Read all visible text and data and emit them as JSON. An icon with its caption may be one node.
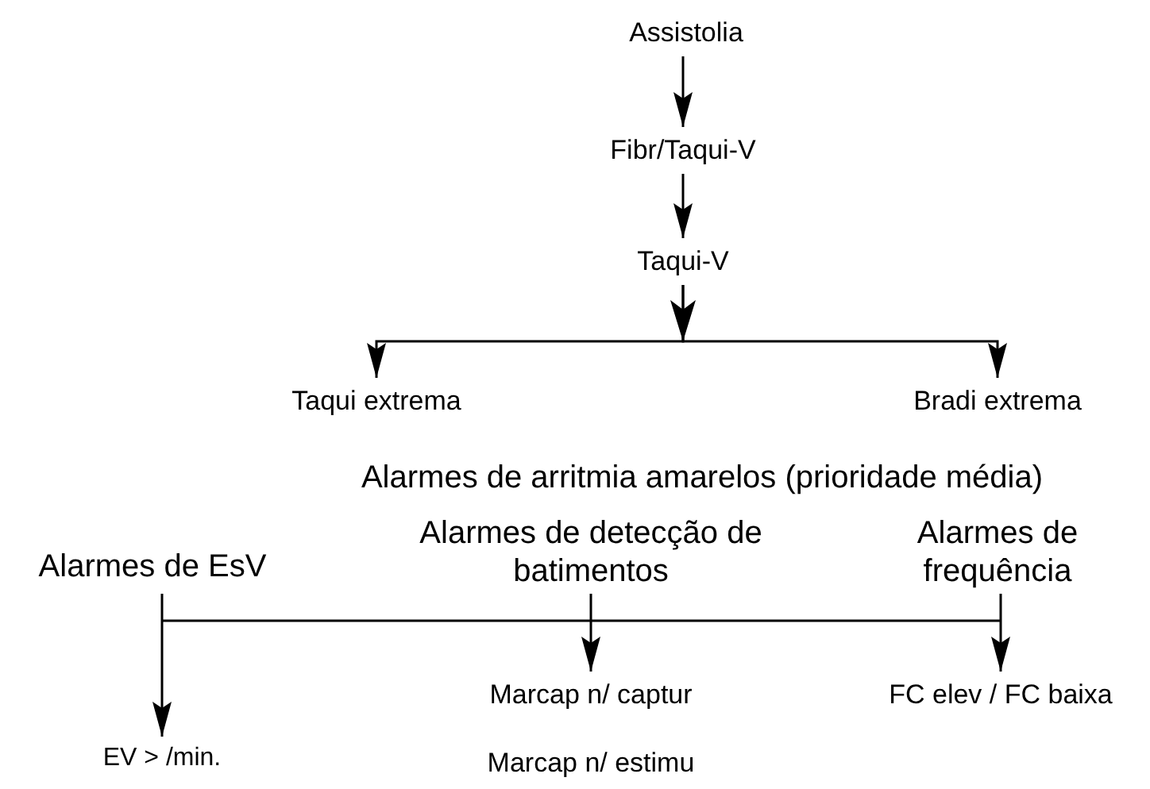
{
  "diagram": {
    "nodes": [
      {
        "text": [
          "Assistolia"
        ]
      },
      {
        "text": [
          "Fibr/Taqui-V"
        ]
      },
      {
        "text": [
          "Taqui-V"
        ]
      },
      {
        "text": [
          "Taqui extrema"
        ]
      },
      {
        "text": [
          "Bradi extrema"
        ]
      },
      {
        "text": [
          "Alarmes de EsV"
        ]
      },
      {
        "text": [
          "Alarmes de detecção de batimentos"
        ]
      },
      {
        "text": [
          "Alarmes de frequência"
        ]
      },
      {
        "text": [
          "EV > /min."
        ]
      },
      {
        "text": [
          "Marcap n/ captur"
        ]
      },
      {
        "text": [
          "FC elev / FC baixa"
        ]
      }
    ],
    "edges": [
      {
        "from": 0,
        "to": 1,
        "arrow": "to"
      },
      {
        "from": 1,
        "to": 2,
        "arrow": "to"
      },
      {
        "from": 2,
        "to": 3,
        "arrow": "to"
      },
      {
        "from": 2,
        "to": 4,
        "arrow": "to"
      },
      {
        "from": 5,
        "to": 8,
        "arrow": "to"
      },
      {
        "from": 6,
        "to": 9,
        "arrow": "to"
      },
      {
        "from": 7,
        "to": 10,
        "arrow": "to"
      }
    ],
    "labels": [
      "Alarmes de arritmia amarelos (prioridade média)",
      "Marcap n/ estimu"
    ]
  }
}
